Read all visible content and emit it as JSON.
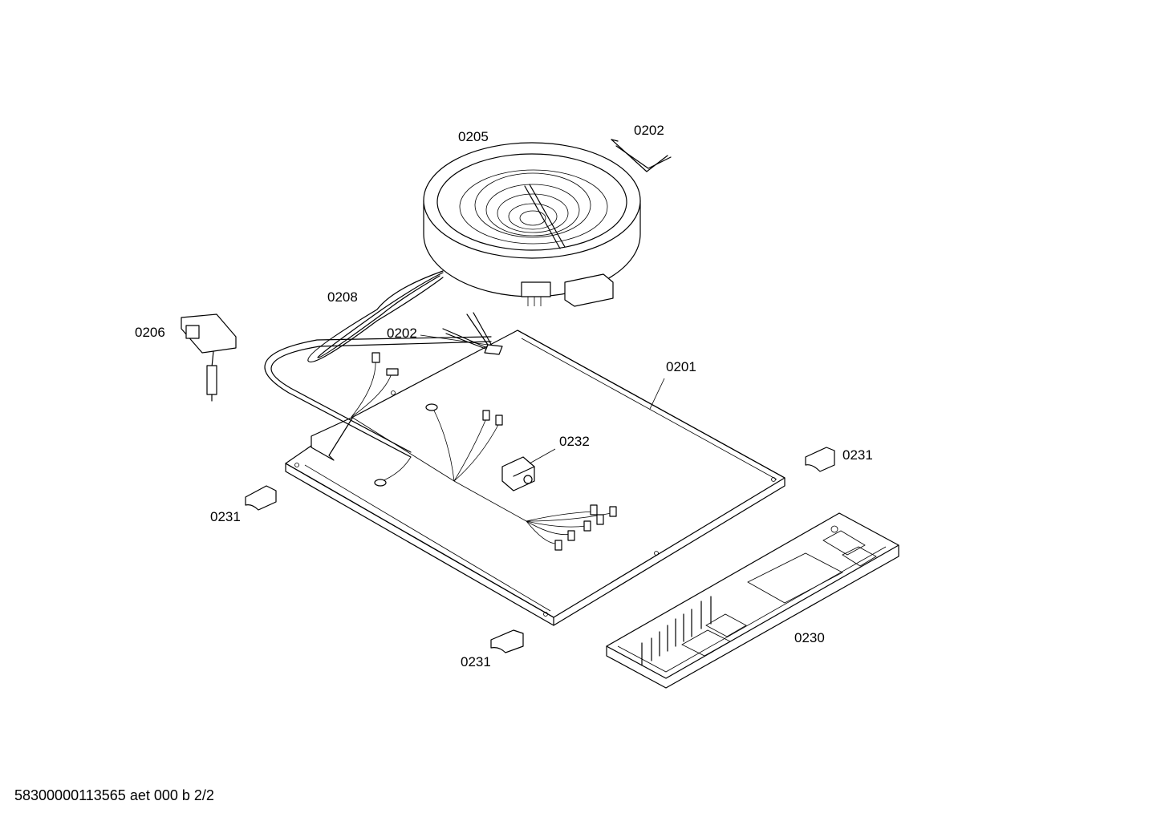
{
  "parts": {
    "p0205": "0205",
    "p0202_top": "0202",
    "p0208": "0208",
    "p0206": "0206",
    "p0202_mid": "0202",
    "p0201": "0201",
    "p0232": "0232",
    "p0231_right": "0231",
    "p0231_left": "0231",
    "p0231_bottom": "0231",
    "p0230": "0230"
  },
  "footer": {
    "doc_id": "58300000113565 aet 000 b 2/2"
  }
}
